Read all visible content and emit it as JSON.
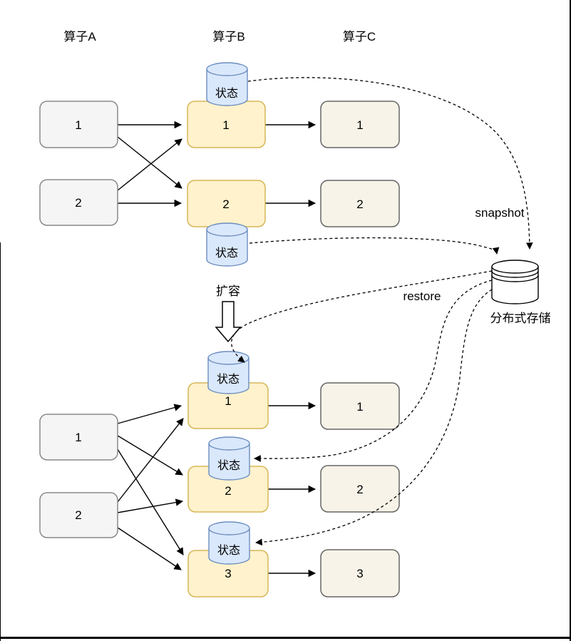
{
  "columns": {
    "a": "算子A",
    "b": "算子B",
    "c": "算子C"
  },
  "labels": {
    "state": "状态",
    "scale_out": "扩容",
    "snapshot": "snapshot",
    "restore": "restore",
    "storage": "分布式存储"
  },
  "before_scaling": {
    "operator_a_tasks": [
      "1",
      "2"
    ],
    "operator_b_tasks": [
      "1",
      "2"
    ],
    "operator_c_tasks": [
      "1",
      "2"
    ]
  },
  "after_scaling": {
    "operator_a_tasks": [
      "1",
      "2"
    ],
    "operator_b_tasks": [
      "1",
      "2",
      "3"
    ],
    "operator_c_tasks": [
      "1",
      "2",
      "3"
    ]
  },
  "colors": {
    "operator_a_fill": "#f5f5f5",
    "operator_a_stroke": "#8a8a8a",
    "operator_b_fill": "#fff2cc",
    "operator_b_stroke": "#d6b656",
    "operator_c_fill": "#f7f3e8",
    "operator_c_stroke": "#666666",
    "state_fill": "#dae8fc",
    "state_stroke": "#6c8ebf",
    "storage_fill": "#ffffff",
    "storage_stroke": "#000000",
    "edge": "#000000"
  }
}
